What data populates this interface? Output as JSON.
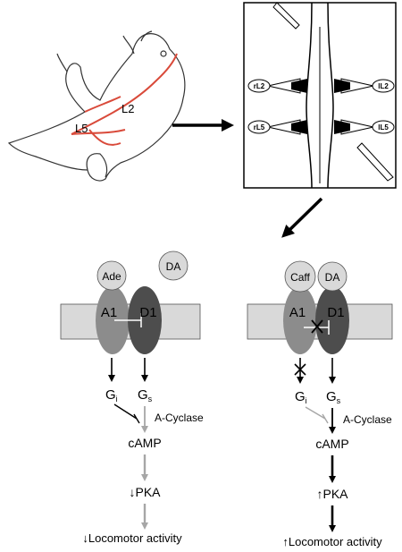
{
  "animal_labels": {
    "l2": "L2",
    "l5": "L5"
  },
  "cord_prep_labels": {
    "rl2": "rL2",
    "il2": "lL2",
    "rl5": "rL5",
    "il5": "lL5"
  },
  "left_panel": {
    "ligand_1": "Ade",
    "ligand_2": "DA",
    "receptor_1": "A1",
    "receptor_2": "D1",
    "gi": "G",
    "gi_sub": "i",
    "gs": "G",
    "gs_sub": "s",
    "cyclase": "A-Cyclase",
    "camp": "cAMP",
    "pka_arrow": "↓",
    "pka": "PKA",
    "outcome_arrow": "↓",
    "outcome": "Locomotor activity"
  },
  "right_panel": {
    "ligand_1": "Caff",
    "ligand_2": "DA",
    "receptor_1": "A1",
    "receptor_2": "D1",
    "gi": "G",
    "gi_sub": "i",
    "gs": "G",
    "gs_sub": "s",
    "cyclase": "A-Cyclase",
    "camp": "cAMP",
    "pka_arrow": "↑",
    "pka": "PKA",
    "outcome_arrow": "↑",
    "outcome": "Locomotor activity"
  },
  "colors": {
    "ink": "#000000",
    "membrane": "#d9d9d9",
    "a1_receptor": "#8c8c8c",
    "d1_receptor": "#4d4d4d",
    "ligand": "#d9d9d9",
    "inactive_arrow": "#a6a6a6",
    "nerve": "#d94a3a"
  }
}
